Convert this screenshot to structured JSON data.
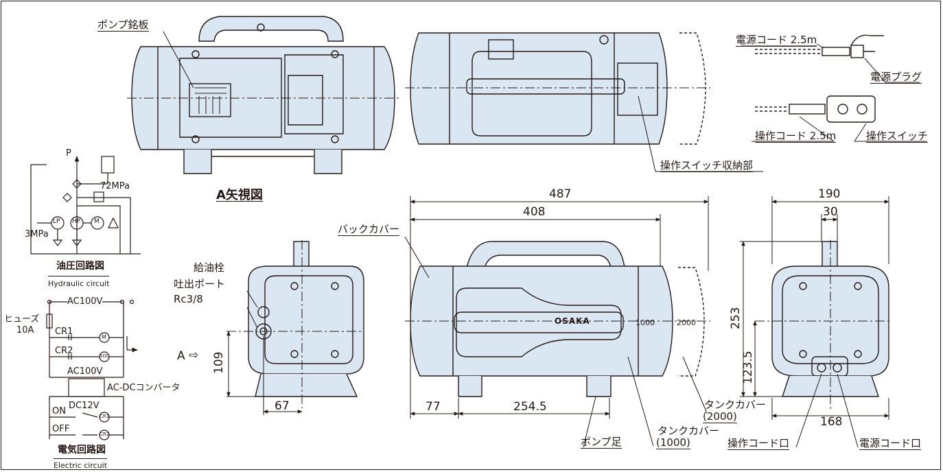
{
  "labels": {
    "pump_nameplate": "ポンプ銘板",
    "power_cord": "電源コード 2.5m",
    "power_plug": "電源プラグ",
    "operation_cord": "操作コード 2.5m",
    "operation_switch": "操作スイッチ",
    "switch_storage": "操作スイッチ収納部",
    "view_a": "A矢視図",
    "back_cover": "バックカバー",
    "oil_plug": "給油栓",
    "discharge_port": "吐出ポート",
    "rc": "Rc3/8",
    "a_arrow": "A",
    "pump_foot": "ポンプ足",
    "tank_cover_1000_a": "タンクカバー",
    "tank_cover_1000_b": "(1000)",
    "tank_cover_2000_a": "タンクカバー",
    "tank_cover_2000_b": "(2000)",
    "operation_cord_port": "操作コード口",
    "power_cord_port": "電源コード口",
    "brand": "OSAKA",
    "mark_1000": "1000",
    "mark_2000": "2000"
  },
  "dimensions": {
    "d487": "487",
    "d408": "408",
    "d77": "77",
    "d2545": "254.5",
    "d190": "190",
    "d30": "30",
    "d253": "253",
    "d1235": "123.5",
    "d168": "168",
    "d109": "109",
    "d67": "67"
  },
  "hydraulic": {
    "p": "P",
    "mpa72": "72MPa",
    "mpa3": "3MPa",
    "lp": "LP",
    "hp": "HP",
    "m": "M",
    "title": "油圧回路図",
    "subtitle": "Hydraulic circuit"
  },
  "electric": {
    "ac_top": "AC100V",
    "fuse": "ヒューズ",
    "fuse_rating": "10A",
    "cr1": "CR1",
    "cr2": "CR2",
    "m": "M",
    "sol": "SOL",
    "ac_mid": "AC100V",
    "converter": "AC-DCコンバータ",
    "dc": "DC12V",
    "on": "ON",
    "off": "OFF",
    "cr1c": "CR1",
    "cr2c": "CR2",
    "title": "電気回路図",
    "subtitle": "Electric circuit"
  },
  "colors": {
    "body": "#dbe6f3",
    "line": "#231815"
  }
}
